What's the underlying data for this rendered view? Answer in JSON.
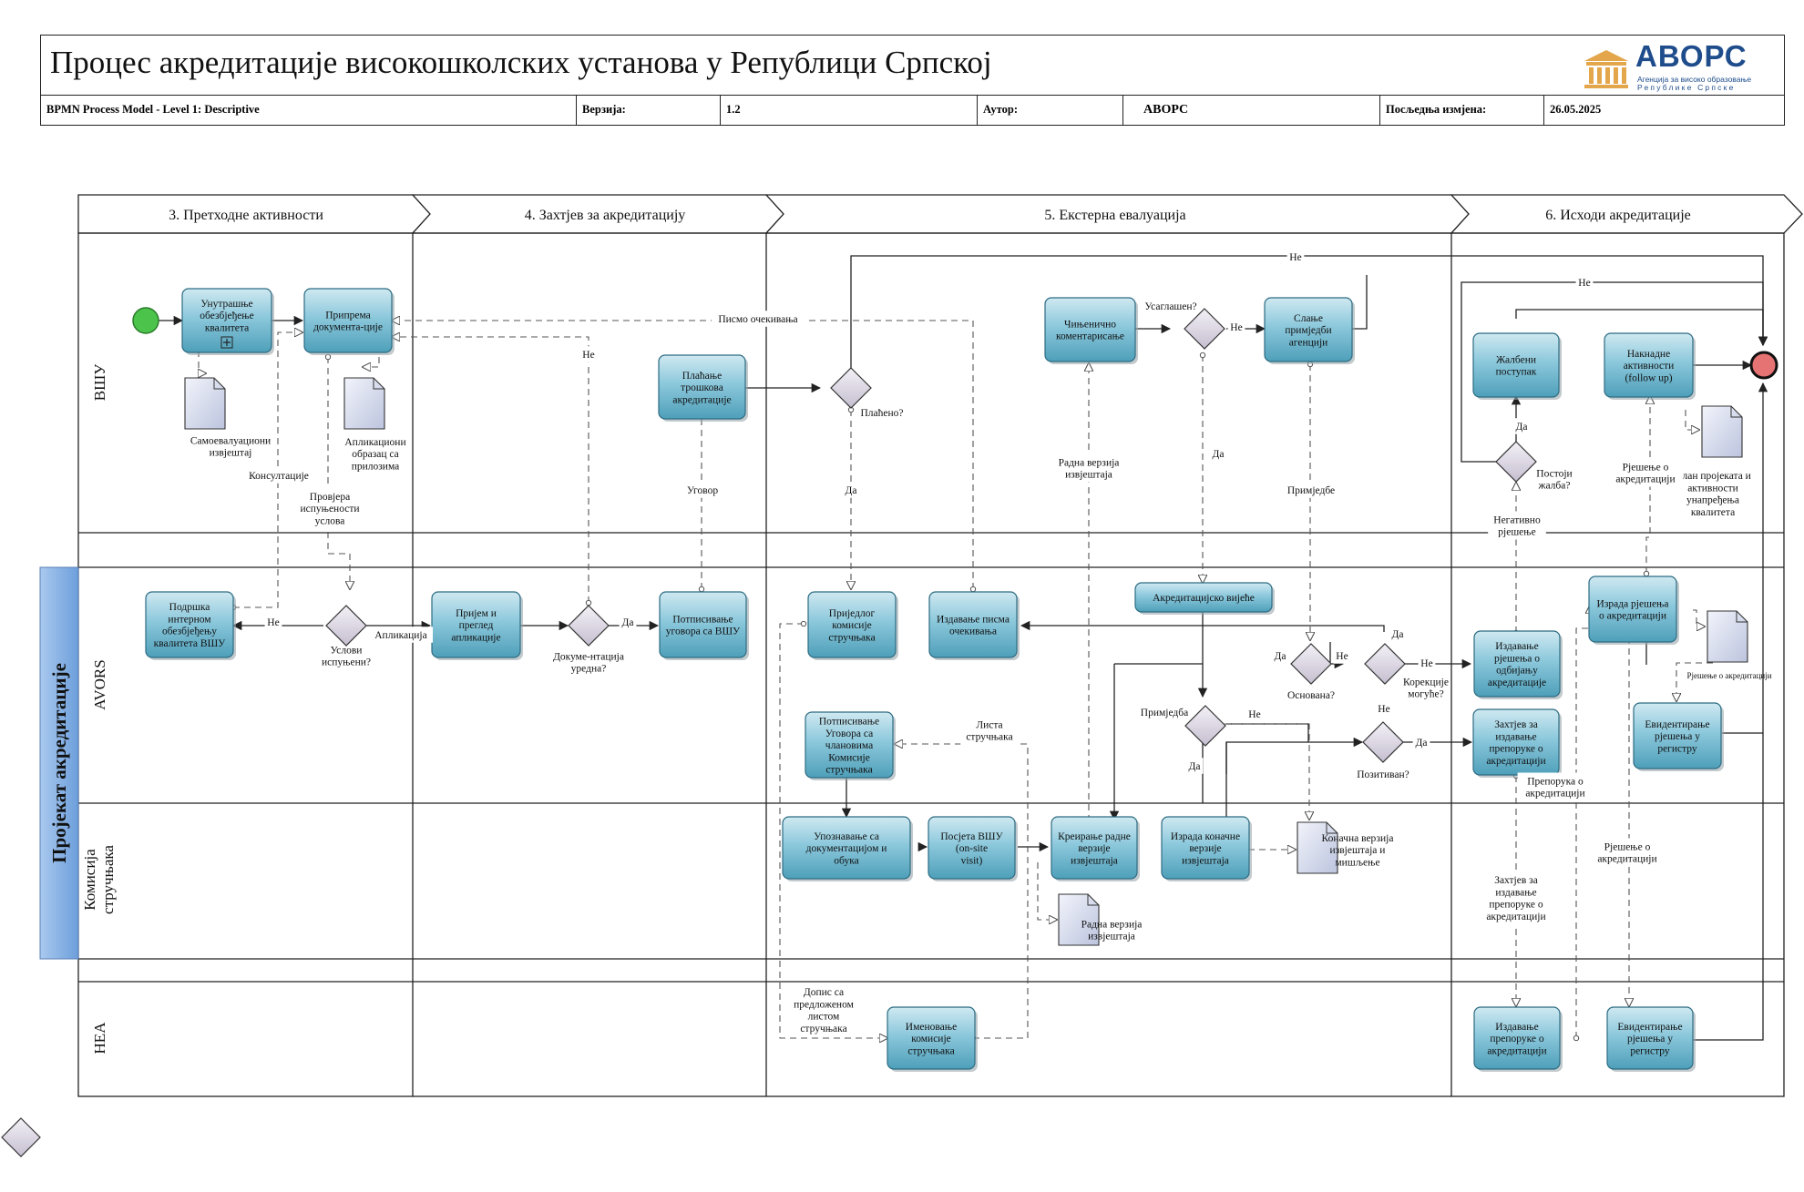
{
  "header": {
    "title": "Процес акредитације високошколских установа у Републици Српској",
    "model_level": "BPMN Process Model - Level 1: Descriptive",
    "version_label": "Верзија:",
    "version_value": "1.2",
    "author_label": "Аутор:",
    "author_value": "АВОРС",
    "modified_label": "Посљедња измјена:",
    "modified_value": "26.05.2025"
  },
  "logo": {
    "name": "АВОРС",
    "line1": "Агенција за високо образовање",
    "line2": "Републике Српске"
  },
  "phases": [
    "3. Претходне активности",
    "4. Захтјев за акредитацију",
    "5. Екстерна евалуација",
    "6. Исходи акредитације"
  ],
  "pool": "Пројекат акредитације",
  "lanes": [
    "ВШУ",
    "AVORS",
    "Комисија стручњака",
    "HEA"
  ],
  "tasks": {
    "internal_qa": "Унутрашње обезбјеђење квалитета",
    "prep_docs": "Припрема документа-ције",
    "pay_costs": "Плаћање трошкова акредитације",
    "factual_comments": "Чињенично коментарисање",
    "send_remarks": "Слање примједби агенцији",
    "appeal": "Жалбени поступак",
    "followup": "Накнадне активности (follow up)",
    "support_qa": "Подршка интерном обезбјеђењу квалитета ВШУ",
    "receive_review": "Пријем и преглед апликације",
    "sign_contract": "Потписивање уговора са ВШУ",
    "propose_commission": "Приједлог комисије стручњака",
    "issue_letter": "Издавање писма очекивања",
    "accreditation_council": "Акредитацијско вијеће",
    "issue_reject": "Издавање рјешења о одбијању акредитације",
    "request_recommendation": "Захтјев за издавање препоруке о акредитацији",
    "make_decision": "Израда рјешења о акредитацији",
    "register_decision_avors": "Евидентирање рјешења у регистру",
    "sign_contract_members": "Потписивање Уговора са члановима Комисије стручњака",
    "familiarize": "Упознавање са документацијом и обука",
    "visit": "Посјета ВШУ (on-site visit)",
    "draft_report": "Креирање радне верзије извјештаја",
    "final_report": "Израда коначне верзије извјештаја",
    "appoint_commission": "Именовање комисије стручњака",
    "issue_recommendation": "Издавање препоруке о акредитацији",
    "register_decision_hea": "Евидентирање рјешења у регистру"
  },
  "gateways": {
    "conditions": "Услови испуњени?",
    "docs_ok": "Докуме-нтација уредна?",
    "paid": "Плаћено?",
    "agreed": "Усаглашен?",
    "founded": "Основана?",
    "correction": "Корекције могуће?",
    "remark": "Примједба",
    "positive": "Позитиван?",
    "appeal_exists": "Постоји жалба?"
  },
  "documents": {
    "self_eval": "Самоевалуациони извјештај",
    "application_form": "Апликациони образац са прилозима",
    "improvement_plan": "План пројеката и активности унапређења квалитета",
    "decision_doc": "Рјешење о акредитацији",
    "final_report_doc": "Коначна верзија извјештаја и мишљење",
    "draft_report_doc": "Радна верзија извјештаја"
  },
  "labels": {
    "consult": "Консултације",
    "check_conditions": "Провјера испуњености услова",
    "no": "Не",
    "yes": "Да",
    "application": "Апликација",
    "contract": "Уговор",
    "expectation_letter": "Писмо очекивања",
    "draft_version": "Радна верзија извјештаја",
    "remarks": "Примједбе",
    "negative_decision": "Негативно рјешење",
    "decision_accr": "Рјешење о акредитацији",
    "experts_list": "Листа стручњака",
    "letter_proposed": "Допис са предложеном листом стручњака",
    "recommendation_accr": "Препорука о акредитацији",
    "request_rec_hea": "Захтјев за издавање препоруке о акредитацији"
  }
}
